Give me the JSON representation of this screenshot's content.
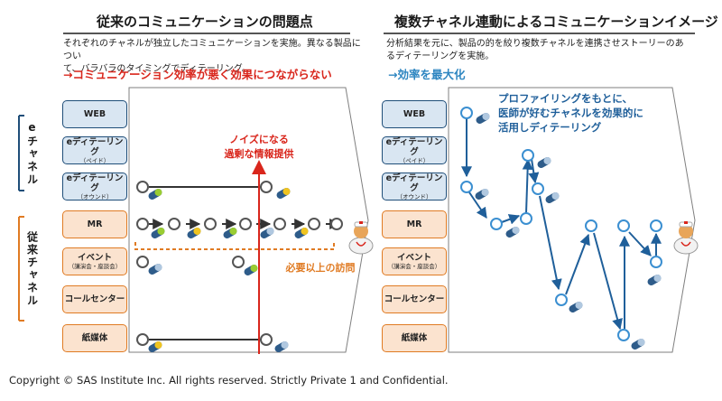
{
  "left": {
    "title": "従来のコミュニケーションの問題点",
    "desc_line1": "それぞれのチャネルが独立したコミュニケーションを実施。異なる製品につい",
    "desc_line2": "て、バラバラのタイミングでディテーリング。",
    "highlight": "→コミュニケーション効率が悪く効果につながらない",
    "group_labels": {
      "e": "eチャネル",
      "trad": "従来チャネル"
    },
    "callout_noise_line1": "ノイズになる",
    "callout_noise_line2": "過剰な情報提供",
    "callout_visits": "必要以上の訪問"
  },
  "right": {
    "title": "複数チャネル連動によるコミュニケーションイメージ",
    "desc_line1": "分析結果を元に、製品の的を絞り複数チャネルを連携させストーリーのあ",
    "desc_line2": "るディテーリングを実施。",
    "highlight": "→効率を最大化",
    "callout_line1": "プロファイリングをもとに、",
    "callout_line2": "医師が好むチャネルを効果的に",
    "callout_line3": "活用しディテーリング"
  },
  "channels": [
    {
      "label": "WEB",
      "sub": ""
    },
    {
      "label": "eディテーリング",
      "sub": "（ペイド）"
    },
    {
      "label": "eディテーリング",
      "sub": "（オウンド）"
    },
    {
      "label": "MR",
      "sub": ""
    },
    {
      "label": "イベント",
      "sub": "（講演会・座談会）"
    },
    {
      "label": "コールセンター",
      "sub": ""
    },
    {
      "label": "紙媒体",
      "sub": ""
    }
  ],
  "footer": "Copyright © SAS Institute Inc. All rights reserved. Strictly Private 1 and Confidential.",
  "colors": {
    "blue_dark": "#1f4e79",
    "blue_light": "#d9e6f2",
    "orange": "#e07b23",
    "orange_light": "#fbe3cf",
    "red": "#d9261c",
    "accent_blue": "#2e86c1"
  }
}
